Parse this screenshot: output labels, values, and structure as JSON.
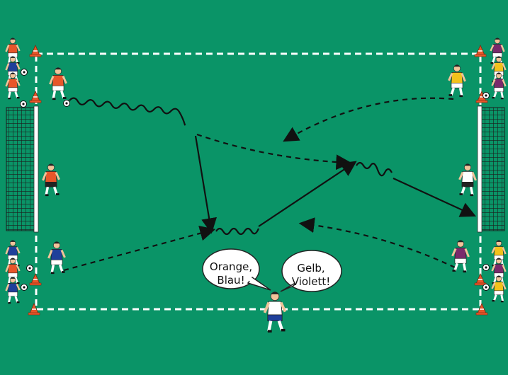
{
  "diagram": {
    "colors": {
      "field": "#0a9467",
      "line": "#ffffff",
      "path": "#111111",
      "cone": "#e8562a",
      "goal_frame": "#ffffff",
      "team_orange": "#e8562a",
      "team_blue": "#1f3f9a",
      "team_yellow": "#f2c21b",
      "team_violet": "#7a2a6b",
      "skin": "#f1c49a",
      "coach_shirt": "#ffffff",
      "coach_pants": "#1f3f9a"
    },
    "callouts": [
      {
        "line1": "Orange,",
        "line2": "Blau!"
      },
      {
        "line1": "Gelb,",
        "line2": "Violett!"
      }
    ],
    "icons": [
      "goal-icon",
      "cone-icon",
      "ball-icon",
      "player-icon",
      "goalkeeper-icon",
      "coach-icon"
    ]
  }
}
